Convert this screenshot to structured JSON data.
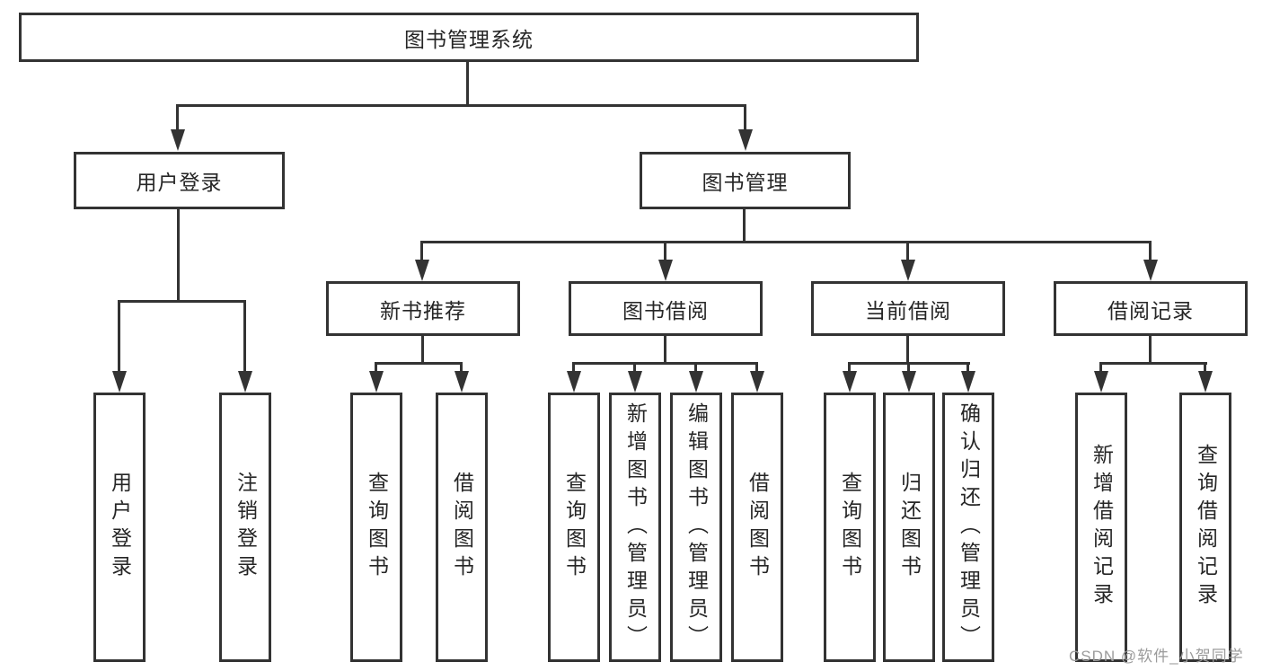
{
  "tree": {
    "root": "图书管理系统",
    "user_login": {
      "label": "用户登录",
      "children": {
        "login": "用户登录",
        "logout": "注销登录"
      }
    },
    "book_management": {
      "label": "图书管理",
      "children": {
        "new_book_recommend": {
          "label": "新书推荐",
          "children": {
            "query_books": "查询图书",
            "borrow_books": "借阅图书"
          }
        },
        "book_borrow": {
          "label": "图书借阅",
          "children": {
            "query_books": "查询图书",
            "add_books": "新增图书（管理员）",
            "edit_books": "编辑图书（管理员）",
            "borrow_books": "借阅图书"
          }
        },
        "current_borrow": {
          "label": "当前借阅",
          "children": {
            "query_books": "查询图书",
            "return_books": "归还图书",
            "confirm_return": "确认归还（管理员）"
          }
        },
        "borrow_records": {
          "label": "借阅记录",
          "children": {
            "add_record": "新增借阅记录",
            "query_record": "查询借阅记录"
          }
        }
      }
    }
  },
  "watermark": "CSDN @软件_小贺同学",
  "colors": {
    "line": "#333333",
    "text": "#262626",
    "watermark": "#9b9b9b",
    "background": "#ffffff"
  }
}
